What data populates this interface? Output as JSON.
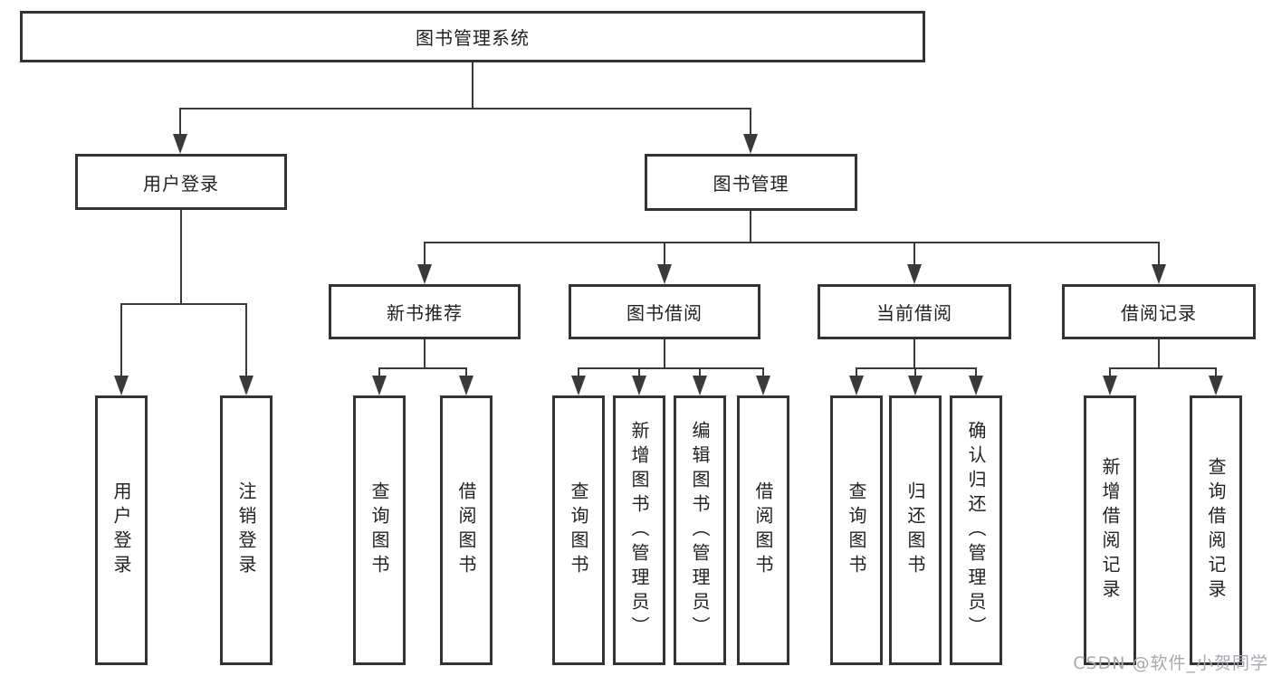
{
  "colors": {
    "line": "#3a3a3a",
    "box_border": "#333333",
    "text": "#222222",
    "watermark": "#a8a8b0",
    "background": "#ffffff"
  },
  "watermark": {
    "text": "CSDN @软件_小贺同学"
  },
  "tree": {
    "root": {
      "label": "图书管理系统"
    },
    "children": [
      {
        "label": "用户登录",
        "children": [
          {
            "label": "用户登录"
          },
          {
            "label": "注销登录"
          }
        ]
      },
      {
        "label": "图书管理",
        "children": [
          {
            "label": "新书推荐",
            "children": [
              {
                "label": "查询图书"
              },
              {
                "label": "借阅图书"
              }
            ]
          },
          {
            "label": "图书借阅",
            "children": [
              {
                "label": "查询图书"
              },
              {
                "label": "新增图书（管理员）"
              },
              {
                "label": "编辑图书（管理员）"
              },
              {
                "label": "借阅图书"
              }
            ]
          },
          {
            "label": "当前借阅",
            "children": [
              {
                "label": "查询图书"
              },
              {
                "label": "归还图书"
              },
              {
                "label": "确认归还（管理员）"
              }
            ]
          },
          {
            "label": "借阅记录",
            "children": [
              {
                "label": "新增借阅记录"
              },
              {
                "label": "查询借阅记录"
              }
            ]
          }
        ]
      }
    ]
  }
}
